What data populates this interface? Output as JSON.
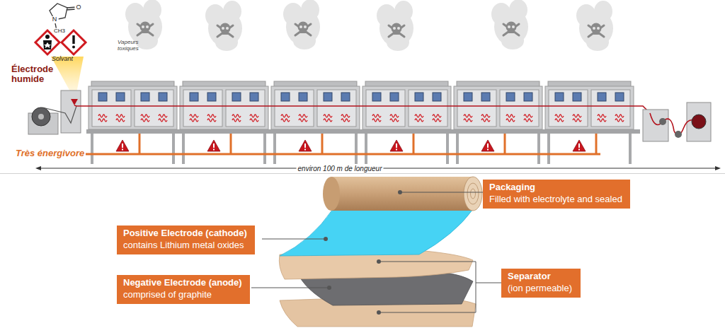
{
  "diagram": {
    "nodes": [
      {
        "text": [
          "Packaging",
          "Filled with electrolyte and sealed"
        ]
      },
      {
        "text": [
          "Positive Electrode (cathode)",
          "contains Lithium metal oxides"
        ]
      },
      {
        "text": [
          "Separator",
          "(ion permeable)"
        ]
      },
      {
        "text": [
          "Negative Electrode (anode)",
          "comprised of graphite"
        ]
      }
    ],
    "labels": [
      "N",
      "O",
      "CH3",
      "Solvant",
      "Électrode humide",
      "Vapeurs toxiques",
      "Très énergivore",
      "environ 100 m de longueur"
    ]
  }
}
